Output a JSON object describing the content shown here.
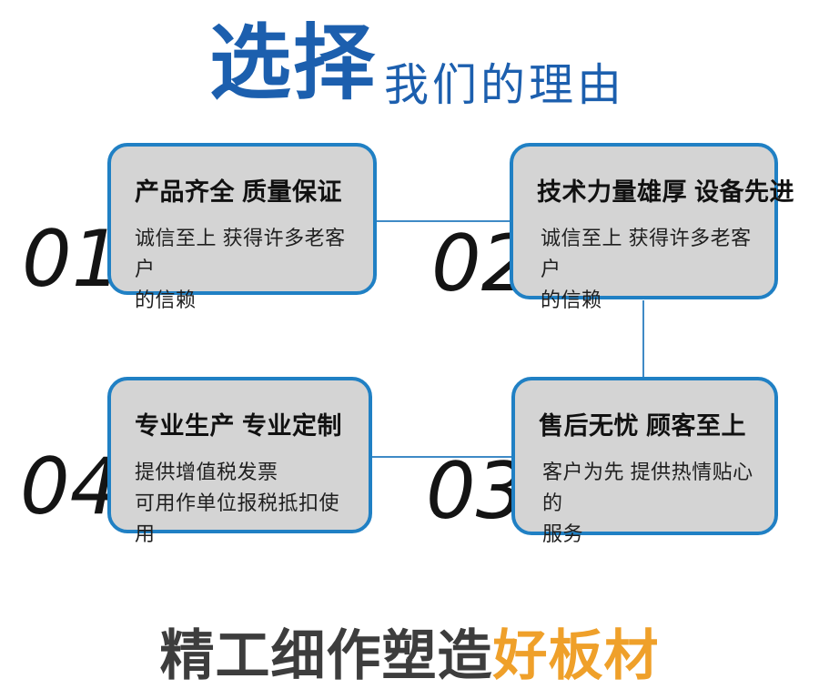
{
  "title": {
    "emphasis": "选择",
    "suffix": "我们的理由"
  },
  "cards": [
    {
      "number": "01",
      "title": "产品齐全 质量保证",
      "desc": "诚信至上 获得许多老客户\n的信赖"
    },
    {
      "number": "02",
      "title": "技术力量雄厚 设备先进",
      "desc": "诚信至上 获得许多老客户\n的信赖"
    },
    {
      "number": "03",
      "title": "售后无忧 顾客至上",
      "desc": "客户为先 提供热情贴心的\n服务"
    },
    {
      "number": "04",
      "title": "专业生产 专业定制",
      "desc": "提供增值税发票\n可用作单位报税抵扣使用"
    }
  ],
  "tagline": {
    "prefix": "精工细作塑造",
    "accent": "好板材"
  },
  "colors": {
    "title_blue": "#1c5fae",
    "card_border": "#2080c4",
    "card_background": "#d4d4d4",
    "connector_blue": "#3f8ac6",
    "number_black": "#141414",
    "tagline_dark": "#3d3d3d",
    "tagline_orange": "#efa02a"
  }
}
